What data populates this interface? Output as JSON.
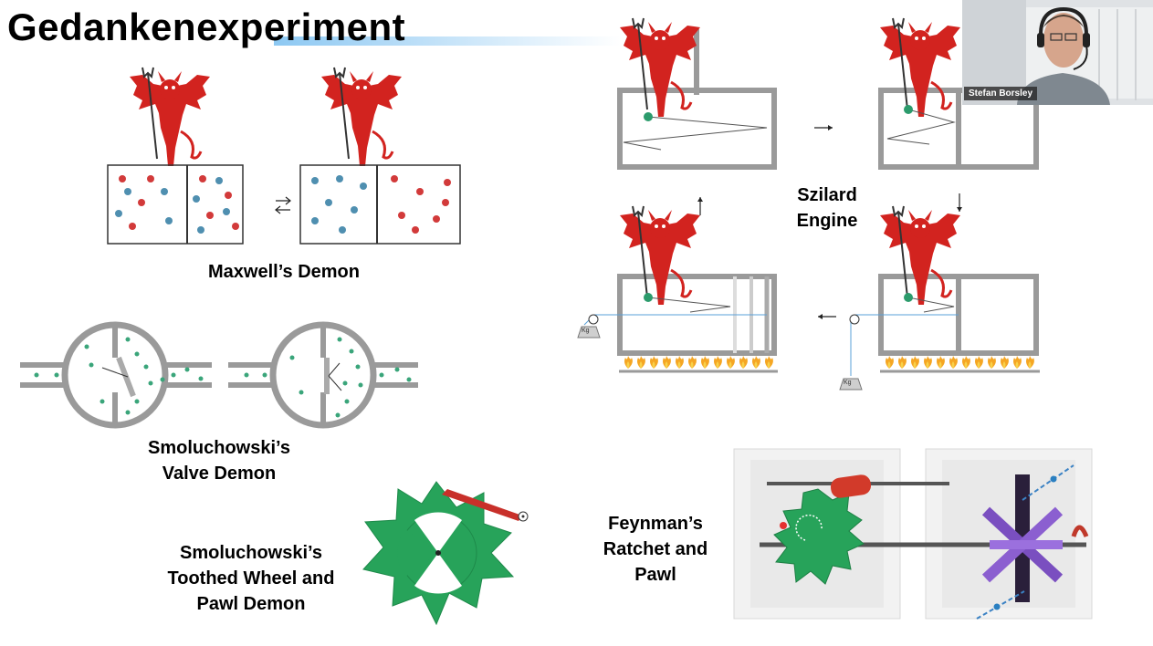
{
  "slide": {
    "title": "Gedankenexperiment",
    "captions": {
      "maxwell": "Maxwell’s Demon",
      "valve_line1": "Smoluchowski’s",
      "valve_line2": "Valve Demon",
      "wheel_line1": "Smoluchowski’s",
      "wheel_line2": "Toothed Wheel and",
      "wheel_line3": "Pawl Demon",
      "szilard_line1": "Szilard",
      "szilard_line2": "Engine",
      "feynman_line1": "Feynman’s",
      "feynman_line2": "Ratchet and",
      "feynman_line3": "Pawl"
    },
    "weight_label": "Kg"
  },
  "webcam": {
    "participant_name": "Stefan Borsley"
  },
  "colors": {
    "demon_red": "#d2231f",
    "particle_red": "#d23a3a",
    "particle_blue": "#4f8fb0",
    "wheel_green": "#27a35a",
    "ratchet_purple": "#7a4fc0",
    "frame_gray": "#9a9a9a",
    "flame_orange": "#f5a623",
    "title_accent": "#78bef0"
  },
  "icons": [
    "demon-icon",
    "flame-icon",
    "weight-icon",
    "pulley-icon",
    "arrow-icon"
  ]
}
